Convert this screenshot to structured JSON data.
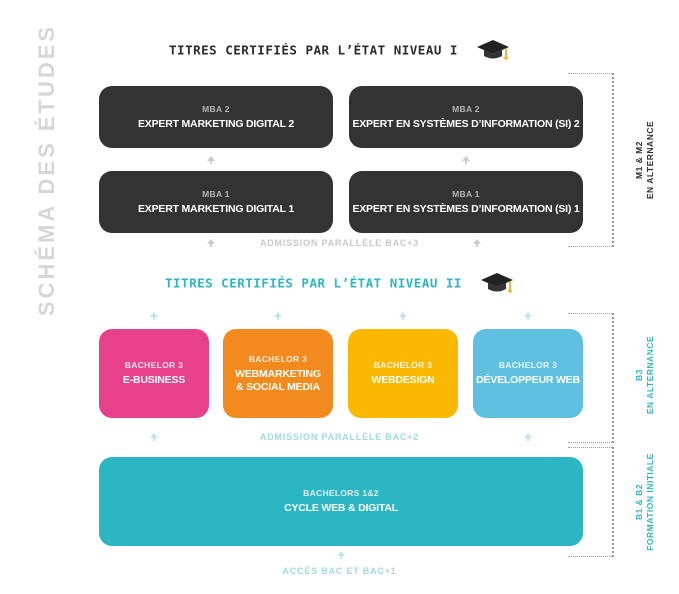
{
  "side_title": "SCHÉMA DES ÉTUDES",
  "level1": {
    "title": "TITRES CERTIFIÉS PAR L’ÉTAT NIVEAU I",
    "icon": "graduation-cap-icon"
  },
  "level2": {
    "title": "TITRES CERTIFIÉS PAR L’ÉTAT NIVEAU II",
    "icon": "graduation-cap-icon"
  },
  "mba2": [
    {
      "sub": "MBA 2",
      "main": "EXPERT MARKETING DIGITAL 2"
    },
    {
      "sub": "MBA 2",
      "main": "EXPERT EN SYSTÈMES D’INFORMATION (SI) 2"
    }
  ],
  "mba1": [
    {
      "sub": "MBA 1",
      "main": "EXPERT MARKETING DIGITAL 1"
    },
    {
      "sub": "MBA 1",
      "main": "EXPERT EN SYSTÈMES D’INFORMATION (SI) 1"
    }
  ],
  "admission_bac3": "ADMISSION PARALLÈLE BAC+3",
  "bachelor3": [
    {
      "sub": "BACHELOR 3",
      "line1": "E-BUSINESS",
      "line2": "",
      "color": "#e8418c"
    },
    {
      "sub": "BACHELOR 3",
      "line1": "WEBMARKETING",
      "line2": "& SOCIAL MEDIA",
      "color": "#f28a1e"
    },
    {
      "sub": "BACHELOR 3",
      "line1": "WEBDESIGN",
      "line2": "",
      "color": "#f8b900"
    },
    {
      "sub": "BACHELOR 3",
      "line1": "DÉVELOPPEUR WEB",
      "line2": "",
      "color": "#5fc0e0"
    }
  ],
  "admission_bac2": "ADMISSION PARALLÈLE BAC+2",
  "bachelors12": {
    "sub": "BACHELORS 1&2",
    "main": "CYCLE WEB & DIGITAL",
    "color": "#2cb6c4"
  },
  "access": "ACCÈS BAC ET BAC+1",
  "side_labels": {
    "m1m2": {
      "line1": "M1 & M2",
      "line2": "EN ALTERNANCE"
    },
    "b3": {
      "line1": "B3",
      "line2": "EN ALTERNANCE"
    },
    "b1b2": {
      "line1": "B1 & B2",
      "line2": "FORMATION INITIALE"
    }
  },
  "colors": {
    "dark_box": "#333333",
    "teal": "#2cb6c4",
    "light_teal": "#9fd9e1",
    "gray_text": "#c8c8c8"
  }
}
